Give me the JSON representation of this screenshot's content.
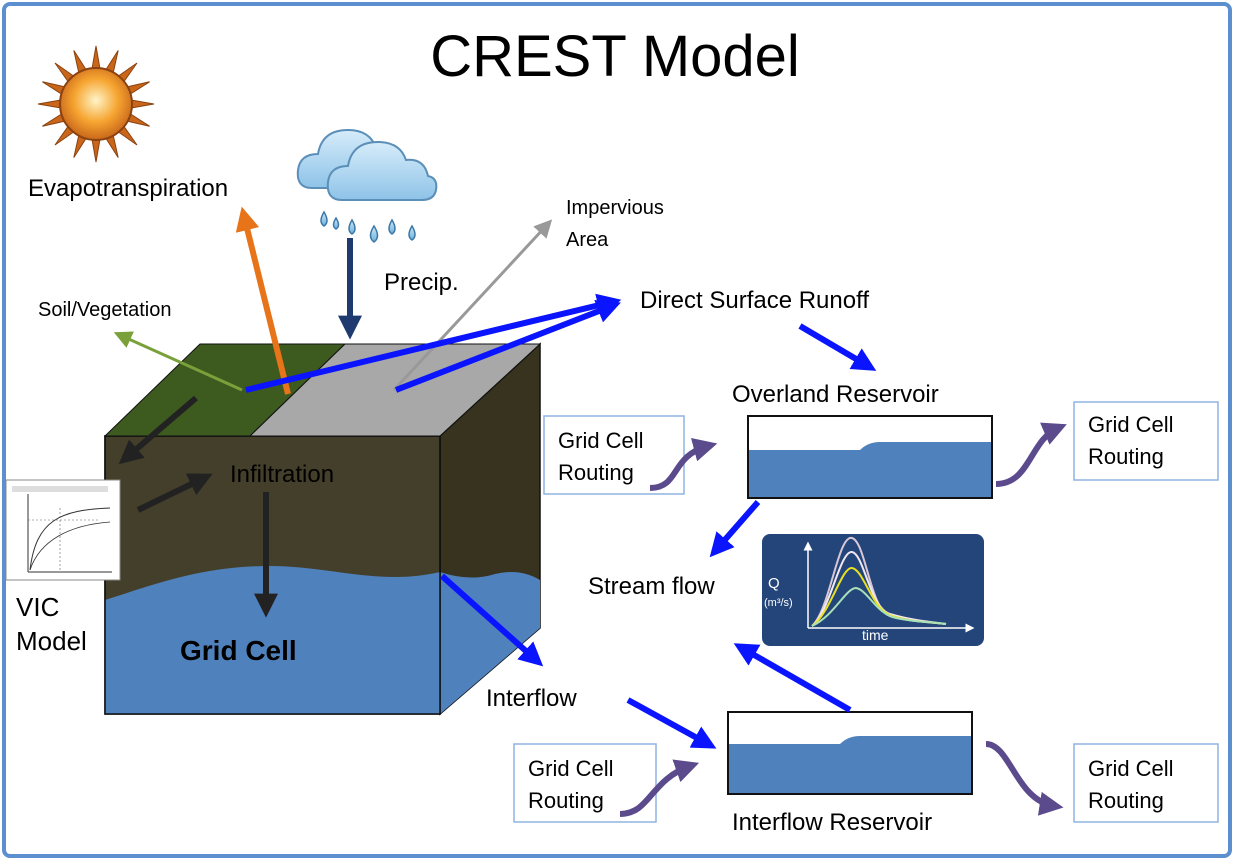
{
  "title": "CREST Model",
  "labels": {
    "evapotranspiration": "Evapotranspiration",
    "precip": "Precip.",
    "impervious_line1": "Impervious",
    "impervious_line2": "Area",
    "soil_vegetation": "Soil/Vegetation",
    "direct_surface_runoff": "Direct Surface Runoff",
    "overland_reservoir": "Overland Reservoir",
    "infiltration": "Infiltration",
    "grid_cell": "Grid Cell",
    "vic_line1": "VIC",
    "vic_line2": "Model",
    "stream_flow": "Stream flow",
    "interflow": "Interflow",
    "interflow_reservoir": "Interflow Reservoir"
  },
  "routing_box": {
    "line1": "Grid Cell",
    "line2": "Routing"
  },
  "hydrograph": {
    "y_label": "Q",
    "y_unit": "(m³/s)",
    "x_label": "time"
  },
  "colors": {
    "frame": "#5b8fd0",
    "water": "#4f81bd",
    "soil": "#443f2a",
    "soil_side": "#37331f",
    "vegetation": "#3d5a1f",
    "impervious": "#a8a8a8",
    "blue_arrow": "#0a14ff",
    "evap_arrow": "#e8741a",
    "precip_arrow": "#1f3a6e",
    "purple_arrow": "#5b4a8c",
    "hydro_bg": "#23457a"
  },
  "icons": {
    "sun": "sun-icon",
    "cloud": "rain-cloud-icon"
  }
}
